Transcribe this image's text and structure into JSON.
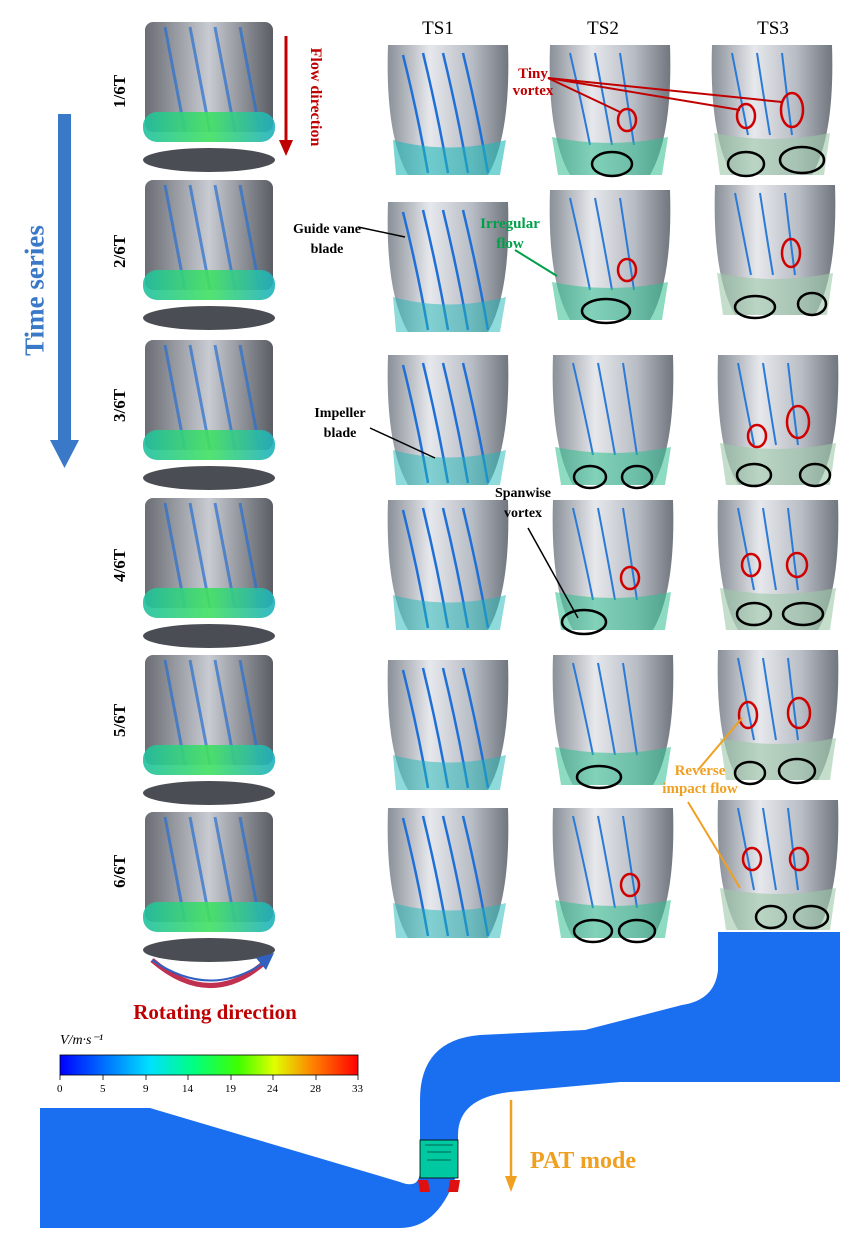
{
  "columns": [
    "TS1",
    "TS2",
    "TS3"
  ],
  "rows": [
    "1/6T",
    "2/6T",
    "3/6T",
    "4/6T",
    "5/6T",
    "6/6T"
  ],
  "annotations": {
    "flow_direction": "Flow direction",
    "time_series": "Time series",
    "rotating_direction": "Rotating direction",
    "tiny_vortex": [
      "Tiny",
      "vortex"
    ],
    "guide_vane_blade": [
      "Guide vane",
      "blade"
    ],
    "irregular_flow": [
      "Irregular",
      "flow"
    ],
    "impeller_blade": [
      "Impeller",
      "blade"
    ],
    "spanwise_vortex": [
      "Spanwise",
      "vortex"
    ],
    "reverse_impact_flow": [
      "Reverse",
      "impact flow"
    ],
    "pat_mode": "PAT mode"
  },
  "colorbar": {
    "unit_label": "V/m·s⁻¹",
    "ticks": [
      "0",
      "5",
      "9",
      "14",
      "19",
      "24",
      "28",
      "33"
    ]
  },
  "colors": {
    "red": "#c00000",
    "blue": "#3a78c8",
    "green": "#00a04a",
    "orange": "#f0a020",
    "pipe": "#1a6ef0"
  }
}
